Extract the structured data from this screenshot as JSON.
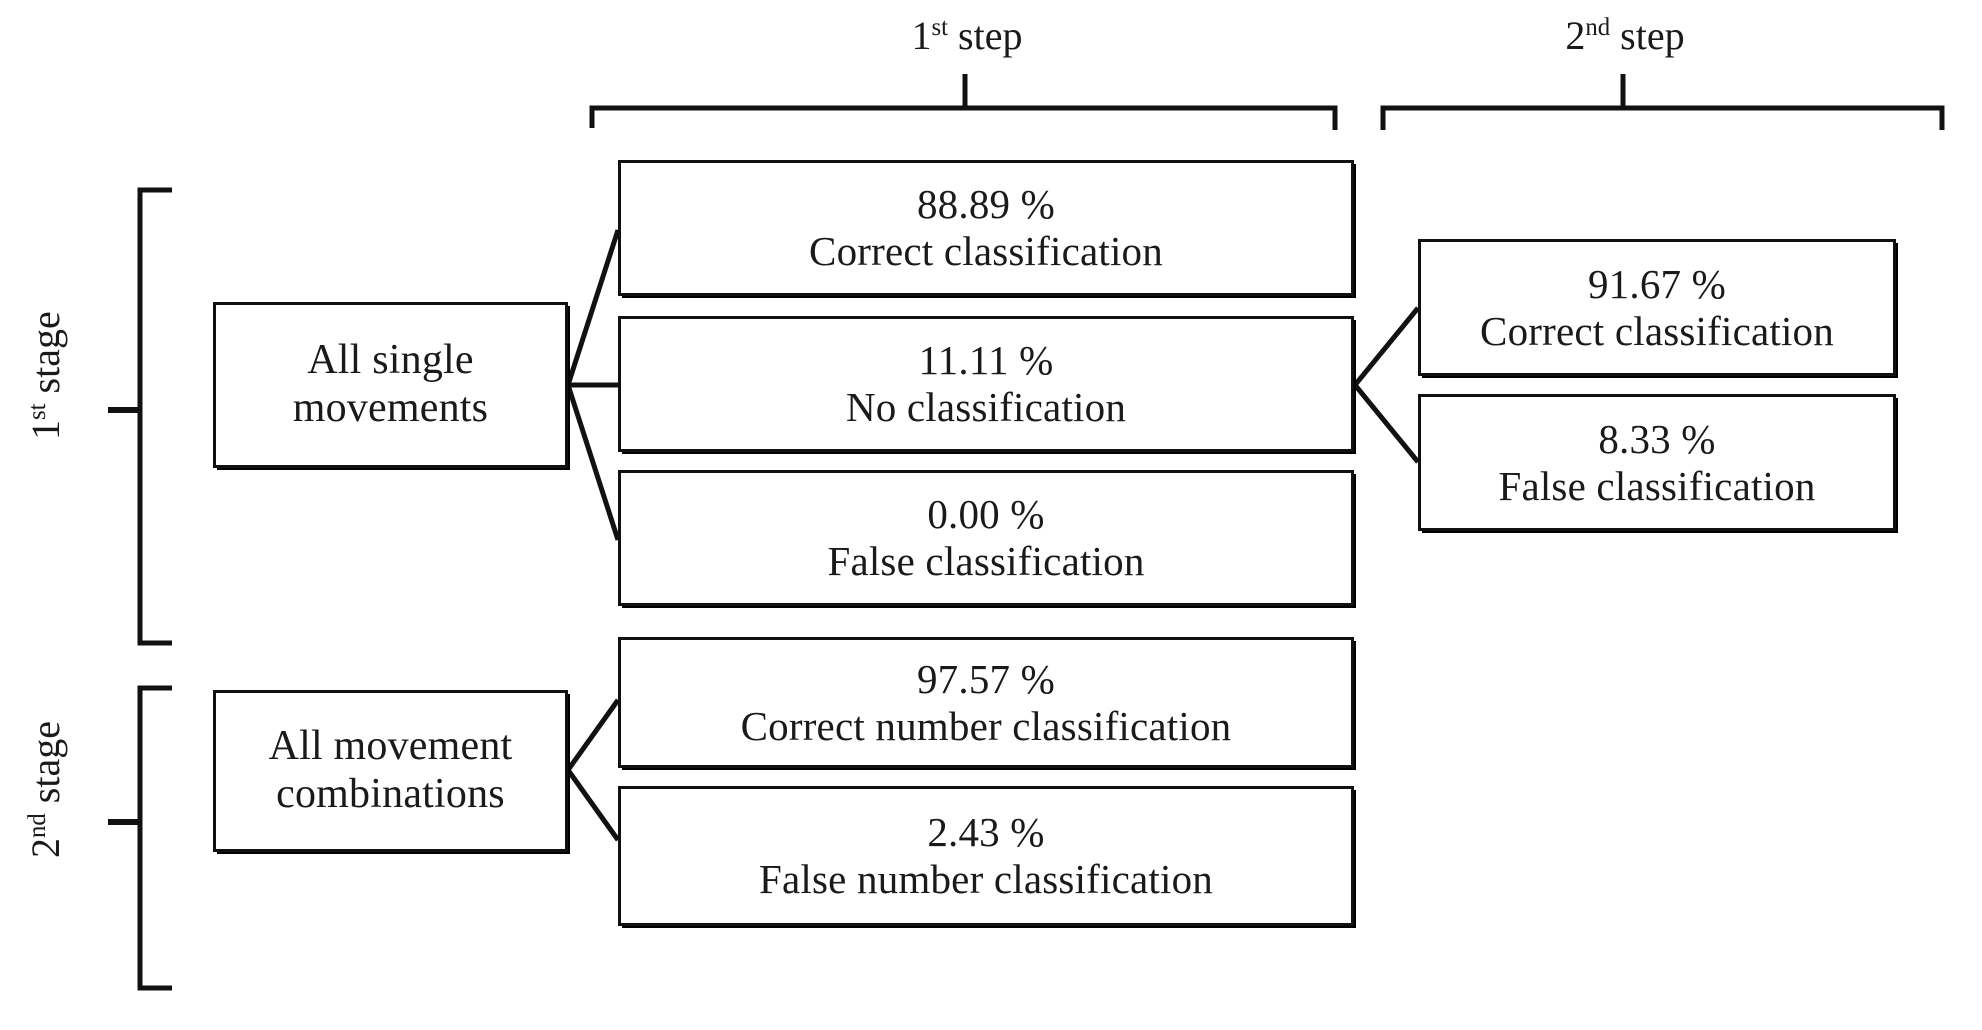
{
  "figure": {
    "type": "flow-diagram",
    "title": "",
    "background_color": "#ffffff",
    "line_color": "#111111"
  },
  "steps": [
    {
      "id": "step-1",
      "number": "1",
      "ordinal": "st",
      "word": "step",
      "label": "1st step"
    },
    {
      "id": "step-2",
      "number": "2",
      "ordinal": "nd",
      "word": "step",
      "label": "2nd step"
    }
  ],
  "stages": [
    {
      "id": "stage-1",
      "number": "1",
      "ordinal": "st",
      "word": "stage",
      "label": "1st stage"
    },
    {
      "id": "stage-2",
      "number": "2",
      "ordinal": "nd",
      "word": "stage",
      "label": "2nd stage"
    }
  ],
  "sources": [
    {
      "id": "all-single-movements",
      "line1": "All single",
      "line2": "movements"
    },
    {
      "id": "all-movement-combinations",
      "line1": "All movement",
      "line2": "combinations"
    }
  ],
  "step1_single_results": [
    {
      "id": "correct-classification-88",
      "percent": "88.89 %",
      "label": "Correct classification"
    },
    {
      "id": "no-classification-11",
      "percent": "11.11 %",
      "label": "No classification"
    },
    {
      "id": "false-classification-0",
      "percent": "0.00 %",
      "label": "False classification"
    }
  ],
  "step2_results": [
    {
      "id": "correct-classification-91",
      "percent": "91.67 %",
      "label": "Correct classification"
    },
    {
      "id": "false-classification-8",
      "percent": "8.33 %",
      "label": "False classification"
    }
  ],
  "step1_combination_results": [
    {
      "id": "correct-number-classification-97",
      "percent": "97.57 %",
      "label": "Correct number classification"
    },
    {
      "id": "false-number-classification-2",
      "percent": "2.43 %",
      "label": "False number classification"
    }
  ]
}
